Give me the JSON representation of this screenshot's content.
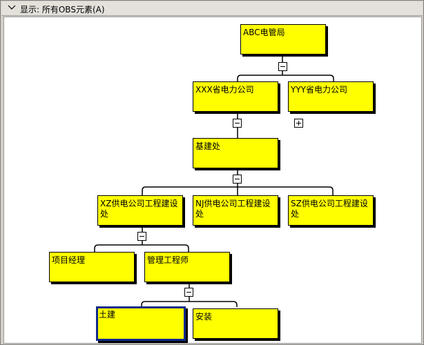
{
  "panel": {
    "title": "显示: 所有OBS元素(A)"
  },
  "nodes": [
    {
      "id": "abc",
      "label": "ABC电管局"
    },
    {
      "id": "xxx",
      "label": "XXX省电力公司"
    },
    {
      "id": "yyy",
      "label": "YYY省电力公司"
    },
    {
      "id": "jijian",
      "label": "基建处"
    },
    {
      "id": "xz",
      "label": "XZ供电公司工程建设处"
    },
    {
      "id": "nj",
      "label": "NJ供电公司工程建设处"
    },
    {
      "id": "sz",
      "label": "SZ供电公司工程建设处"
    },
    {
      "id": "pm",
      "label": "项目经理"
    },
    {
      "id": "mgr",
      "label": "管理工程师"
    },
    {
      "id": "tujian",
      "label": "土建",
      "selected": true
    },
    {
      "id": "anzhuang",
      "label": "安装"
    }
  ],
  "toggles": [
    {
      "id": "t-abc",
      "state": "collapse",
      "icon": "minus-icon"
    },
    {
      "id": "t-xxx",
      "state": "collapse",
      "icon": "minus-icon"
    },
    {
      "id": "t-yyy",
      "state": "expand",
      "icon": "plus-icon"
    },
    {
      "id": "t-jijian",
      "state": "collapse",
      "icon": "minus-icon"
    },
    {
      "id": "t-xz",
      "state": "collapse",
      "icon": "minus-icon"
    },
    {
      "id": "t-mgr",
      "state": "collapse",
      "icon": "minus-icon"
    }
  ],
  "colors": {
    "node_fill": "#ffff00",
    "selected_border": "#0f2a8c",
    "connector": "#000000"
  }
}
